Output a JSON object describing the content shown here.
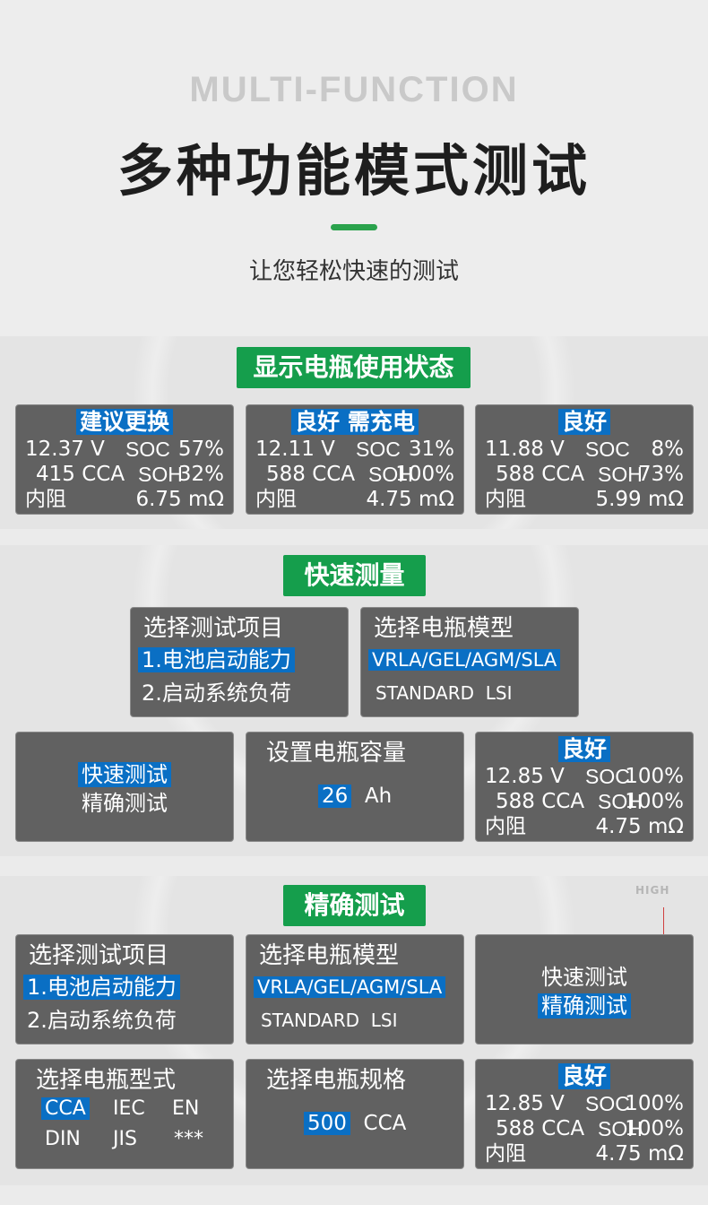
{
  "header": {
    "eng_title": "MULTI-FUNCTION",
    "cn_title": "多种功能模式测试",
    "subtitle": "让您轻松快速的测试",
    "accent_color": "#2aa24c"
  },
  "section1": {
    "badge": "显示电瓶使用状态",
    "panels": [
      {
        "status": "建议更换",
        "voltage": "12.37 V",
        "soc_label": "SOC",
        "soc": "57%",
        "cca": "415 CCA",
        "soh_label": "SOH",
        "soh": "32%",
        "resist_label": "内阻",
        "resist": "6.75 mΩ"
      },
      {
        "status": "良好 需充电",
        "voltage": "12.11 V",
        "soc_label": "SOC",
        "soc": "31%",
        "cca": "588 CCA",
        "soh_label": "SOH",
        "soh": "100%",
        "resist_label": "内阻",
        "resist": "4.75 mΩ"
      },
      {
        "status": "良好",
        "voltage": "11.88 V",
        "soc_label": "SOC",
        "soc": "8%",
        "cca": "588 CCA",
        "soh_label": "SOH",
        "soh": "73%",
        "resist_label": "内阻",
        "resist": "5.99 mΩ"
      }
    ]
  },
  "section2": {
    "badge": "快速测量",
    "test_item": {
      "title": "选择测试项目",
      "option1": "1.电池启动能力",
      "option2": "2.启动系统负荷"
    },
    "battery_model": {
      "title": "选择电瓶模型",
      "option1": "VRLA/GEL/AGM/SLA",
      "option2": "STANDARD  LSI"
    },
    "mode": {
      "option1": "快速测试",
      "option2": "精确测试"
    },
    "capacity": {
      "title": "设置电瓶容量",
      "value": "26",
      "unit": "Ah"
    },
    "result": {
      "status": "良好",
      "voltage": "12.85 V",
      "soc_label": "SOC",
      "soc": "100%",
      "cca": "588 CCA",
      "soh_label": "SOH",
      "soh": "100%",
      "resist_label": "内阻",
      "resist": "4.75 mΩ"
    }
  },
  "section3": {
    "badge": "精确测试",
    "high_label": "HIGH",
    "test_item": {
      "title": "选择测试项目",
      "option1": "1.电池启动能力",
      "option2": "2.启动系统负荷"
    },
    "battery_model": {
      "title": "选择电瓶模型",
      "option1": "VRLA/GEL/AGM/SLA",
      "option2": "STANDARD  LSI"
    },
    "mode": {
      "option1": "快速测试",
      "option2": "精确测试"
    },
    "standard": {
      "title": "选择电瓶型式",
      "o1": "CCA",
      "o2": "IEC",
      "o3": "EN",
      "o4": "DIN",
      "o5": "JIS",
      "o6": "***"
    },
    "spec": {
      "title": "选择电瓶规格",
      "value": "500",
      "unit": "CCA"
    },
    "result": {
      "status": "良好",
      "voltage": "12.85 V",
      "soc_label": "SOC",
      "soc": "100%",
      "cca": "588 CCA",
      "soh_label": "SOH",
      "soh": "100%",
      "resist_label": "内阻",
      "resist": "4.75 mΩ"
    }
  }
}
